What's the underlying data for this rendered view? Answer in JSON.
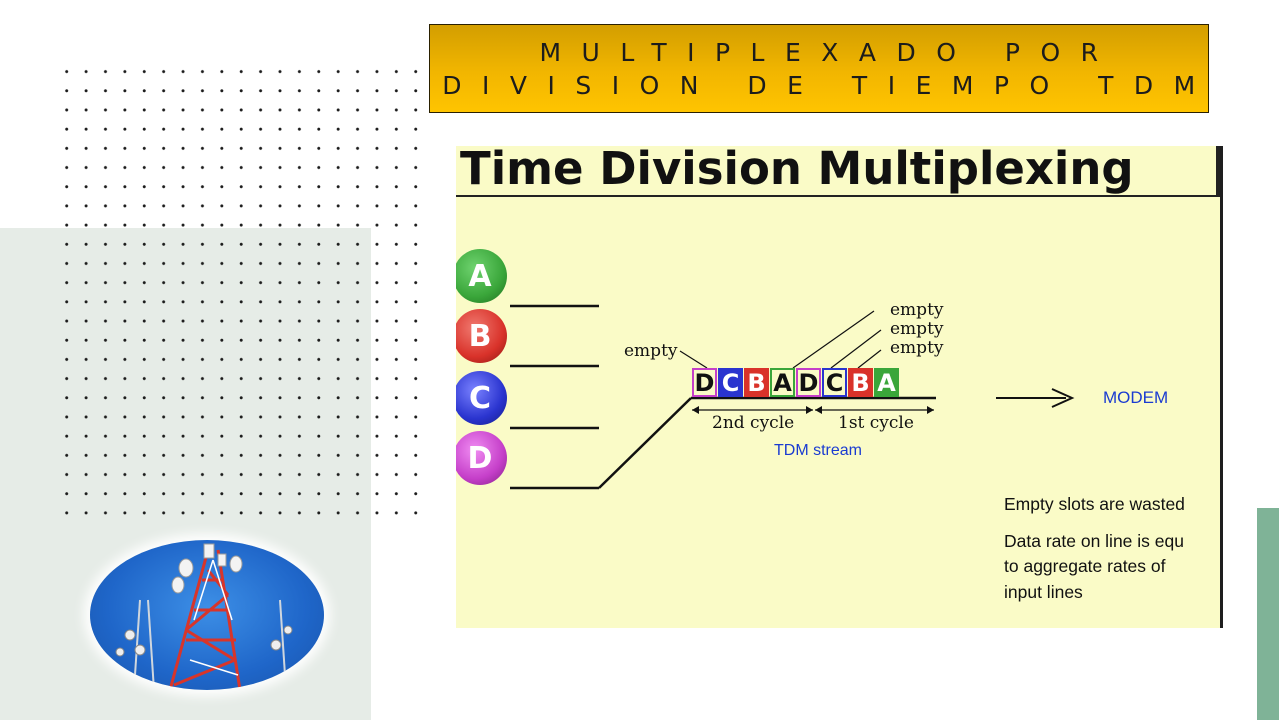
{
  "slide": {
    "title_line1": "MULTIPLEXADO POR",
    "title_line2": "DIVISION DE TIEMPO TDM",
    "accent_colors": {
      "banner": "#f2b600",
      "left_panel": "#e6ece7",
      "right_strip": "#7fb397"
    }
  },
  "image_tower": {
    "icon": "telecom-tower-icon"
  },
  "diagram": {
    "title": "Time Division Multiplexing",
    "inputs": [
      {
        "label": "A",
        "color": "#3aa63a"
      },
      {
        "label": "B",
        "color": "#d9322a"
      },
      {
        "label": "C",
        "color": "#2a34cf"
      },
      {
        "label": "D",
        "color": "#c53fc9"
      }
    ],
    "stream_slots": [
      {
        "label": "D",
        "color": "#c53fc9",
        "empty": true
      },
      {
        "label": "C",
        "color": "#2a34cf",
        "empty": false
      },
      {
        "label": "B",
        "color": "#d9322a",
        "empty": false
      },
      {
        "label": "A",
        "color": "#3aa63a",
        "empty": false
      },
      {
        "label": "D",
        "color": "#c53fc9",
        "empty": false
      },
      {
        "label": "C",
        "color": "#2a34cf",
        "empty": false
      },
      {
        "label": "B",
        "color": "#d9322a",
        "empty": false
      },
      {
        "label": "A",
        "color": "#3aa63a",
        "empty": false
      }
    ],
    "empty_label": "empty",
    "empty_labels_right": [
      "empty",
      "empty",
      "empty"
    ],
    "cycle_2": "2nd cycle",
    "cycle_1": "1st cycle",
    "stream_label": "TDM stream",
    "modem_label": "MODEM",
    "note_1": "Empty slots are wasted",
    "note_2_line1": "Data rate on line is equ",
    "note_2_line2": "to aggregate rates of",
    "note_2_line3": "input lines"
  }
}
